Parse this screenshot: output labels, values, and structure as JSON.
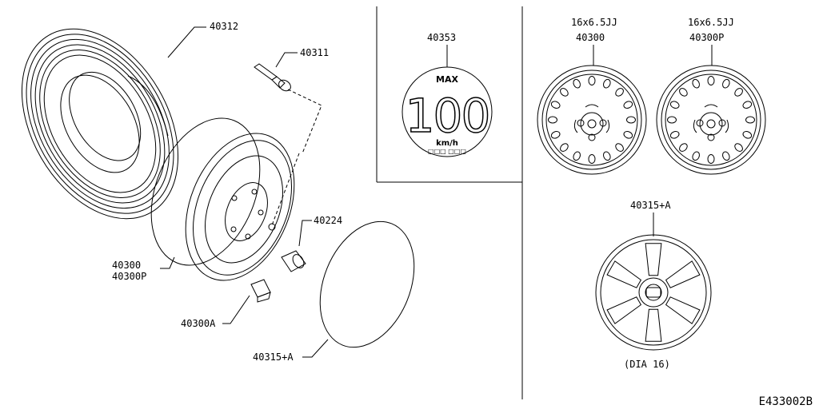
{
  "labels": {
    "tire": "40312",
    "valve": "40311",
    "wheel_left_line1": "40300",
    "wheel_left_line2": "40300P",
    "sensor": "40300A",
    "nut": "40224",
    "cap_left": "40315+A",
    "sticker_part": "40353",
    "sticker_max": "MAX",
    "sticker_speed": "100",
    "sticker_unit": "km/h",
    "sticker_small": "□□□ □□□",
    "rim1_size": "16x6.5JJ",
    "rim1_part": "40300",
    "rim2_size": "16x6.5JJ",
    "rim2_part": "40300P",
    "hubcap_part": "40315+A",
    "hubcap_note": "(DIA 16)",
    "diagram_code": "E433002B"
  },
  "colors": {
    "line": "#000000",
    "background": "#ffffff"
  }
}
